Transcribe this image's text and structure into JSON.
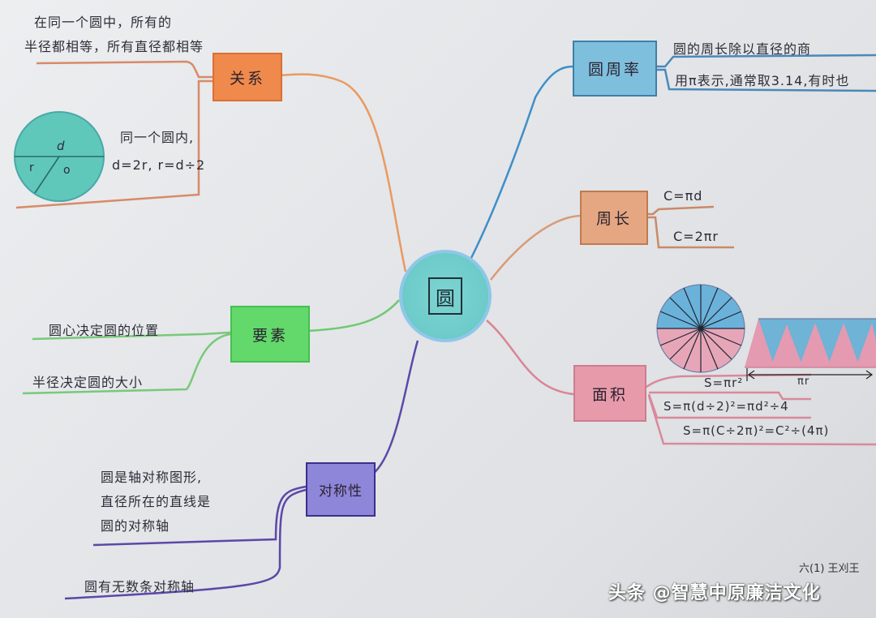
{
  "center": {
    "label": "圆",
    "color": "#6ccbc9"
  },
  "branches": {
    "relation": {
      "label": "关系",
      "color": "#f08a4c",
      "notes": [
        "在同一个圆中，所有的",
        "半径都相等，所有直径都相等"
      ],
      "diagram_labels": {
        "diameter": "d",
        "radius": "r",
        "center": "o"
      },
      "formula_lines": [
        "同一个圆内,",
        "d=2r, r=d÷2"
      ]
    },
    "elements": {
      "label": "要素",
      "color": "#63d86b",
      "items": [
        "圆心决定圆的位置",
        "半径决定圆的大小"
      ]
    },
    "symmetry": {
      "label": "对称性",
      "color": "#8e86d9",
      "items": [
        [
          "圆是轴对称图形,",
          "直径所在的直线是",
          "圆的对称轴"
        ],
        [
          "圆有无数条对称轴"
        ]
      ]
    },
    "pi": {
      "label": "圆周率",
      "color": "#7fbfde",
      "items": [
        "圆的周长除以直径的商",
        "用π表示,通常取3.14,有时也"
      ]
    },
    "perimeter": {
      "label": "周长",
      "color": "#e4a781",
      "items": [
        "C=πd",
        "C=2πr"
      ]
    },
    "area": {
      "label": "面积",
      "color": "#e79aa9",
      "diagram_label": "πr",
      "items": [
        "S=πr²",
        "S=π(d÷2)²=πd²÷4",
        "S=π(C÷2π)²=C²÷(4π)"
      ]
    }
  },
  "signature": "六(1) 王刈王",
  "watermark": "头条 @智慧中原廉洁文化"
}
